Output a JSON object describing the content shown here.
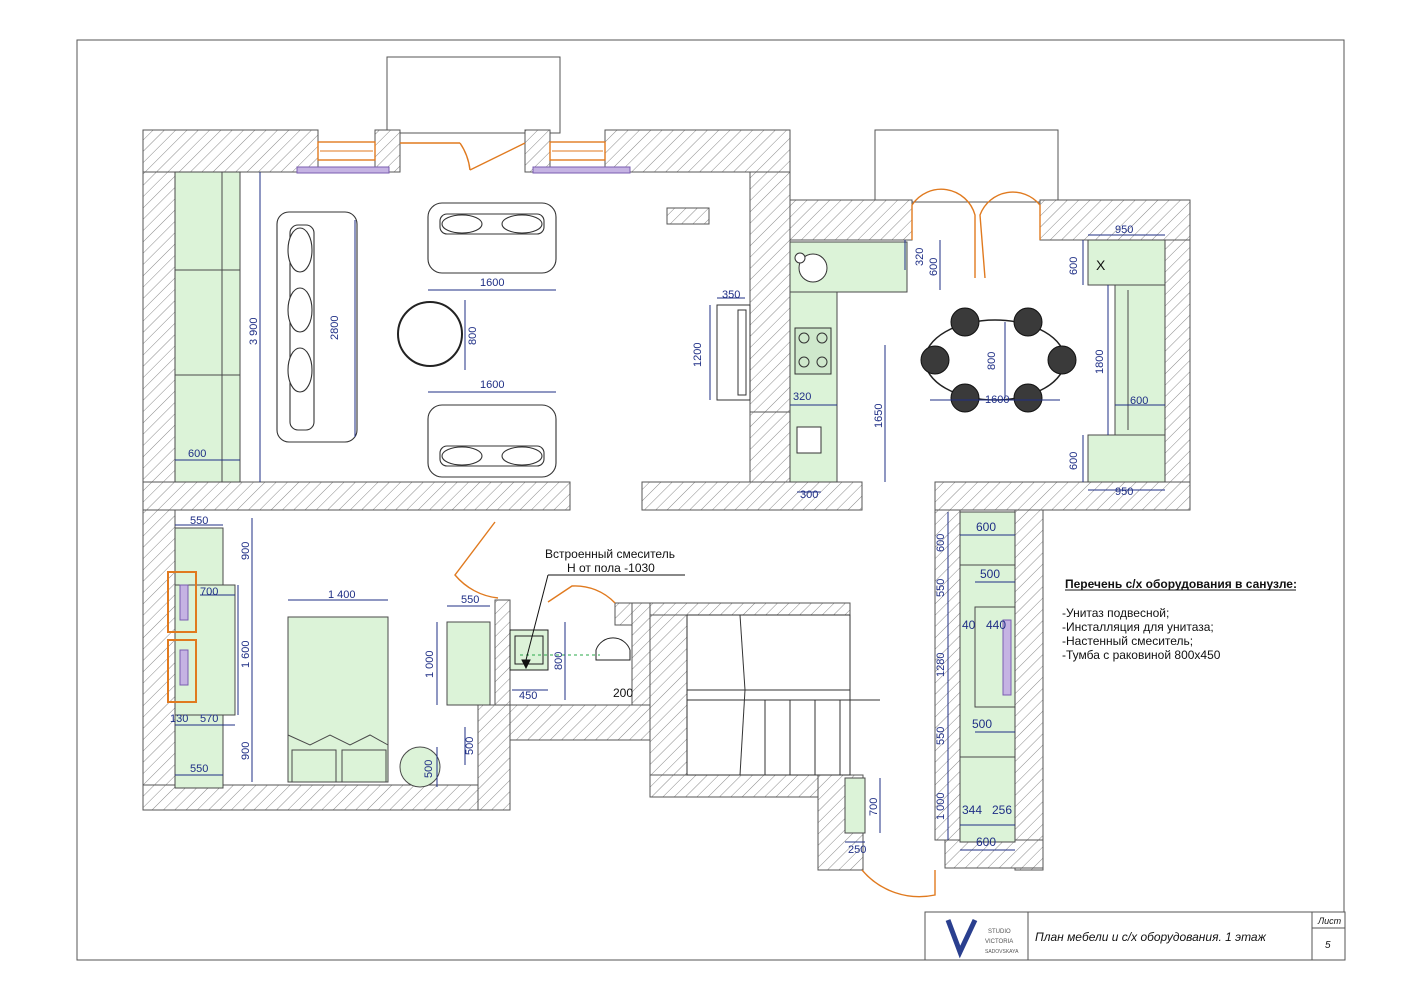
{
  "drawing": {
    "title": "План мебели и с/х оборудования. 1 этаж",
    "sheet_label": "Лист",
    "sheet_number": "5",
    "logo_text_1": "STUDIO",
    "logo_text_2": "VICTORIA",
    "logo_text_3": "SADOVSKAYA"
  },
  "legend": {
    "heading": "Перечень с/х оборудования в санузле:",
    "items": [
      "-Унитаз подвесной;",
      "-Инсталляция для унитаза;",
      "-Настенный смеситель;",
      "-Тумба с раковиной 800х450"
    ]
  },
  "callout": {
    "line1": "Встроенный смеситель",
    "line2": "Н от пола -1030"
  },
  "dims": {
    "living_sofa_w1": "1600",
    "living_sofa_w2": "1600",
    "living_table": "800",
    "living_sofa_len": "2800",
    "living_height": "3 900",
    "living_shelf": "600",
    "tv_len": "1200",
    "tv_depth": "350",
    "kitchen_320a": "320",
    "kitchen_600": "600",
    "kitchen_320b": "320",
    "kitchen_1650": "1650",
    "kitchen_300": "300",
    "dining_800": "800",
    "dining_1600": "1600",
    "right_950a": "950",
    "right_600a": "600",
    "right_1800": "1800",
    "right_600b": "600",
    "right_600c": "600",
    "right_950b": "950",
    "bed_550a": "550",
    "bed_900a": "900",
    "bed_700": "700",
    "bed_1600": "1 600",
    "bed_1400": "1 400",
    "bed_130": "130",
    "bed_570": "570",
    "bed_900b": "900",
    "bed_550b": "550",
    "dresser_550": "550",
    "dresser_1000": "1 000",
    "night_500a": "500",
    "night_500b": "500",
    "bath_800": "800",
    "bath_450": "450",
    "bath_200": "200",
    "stair_700": "700",
    "stair_250": "250",
    "cl_600a": "600",
    "cl_600b": "600",
    "cl_550a": "550",
    "cl_500a": "500",
    "cl_1280": "1280",
    "cl_40": "40",
    "cl_440": "440",
    "cl_500b": "500",
    "cl_550b": "550",
    "cl_1000": "1 000",
    "cl_344": "344",
    "cl_256": "256",
    "cl_600c": "600",
    "x_mark": "X"
  },
  "colors": {
    "wall_hatch": "#7a7a7a",
    "furniture_fill": "#dcf3d8",
    "dimension": "#1f2f86",
    "dimension_tick": "#2aa84a",
    "door_swing": "#e07a1f",
    "radiator": "#9b7cc4"
  }
}
